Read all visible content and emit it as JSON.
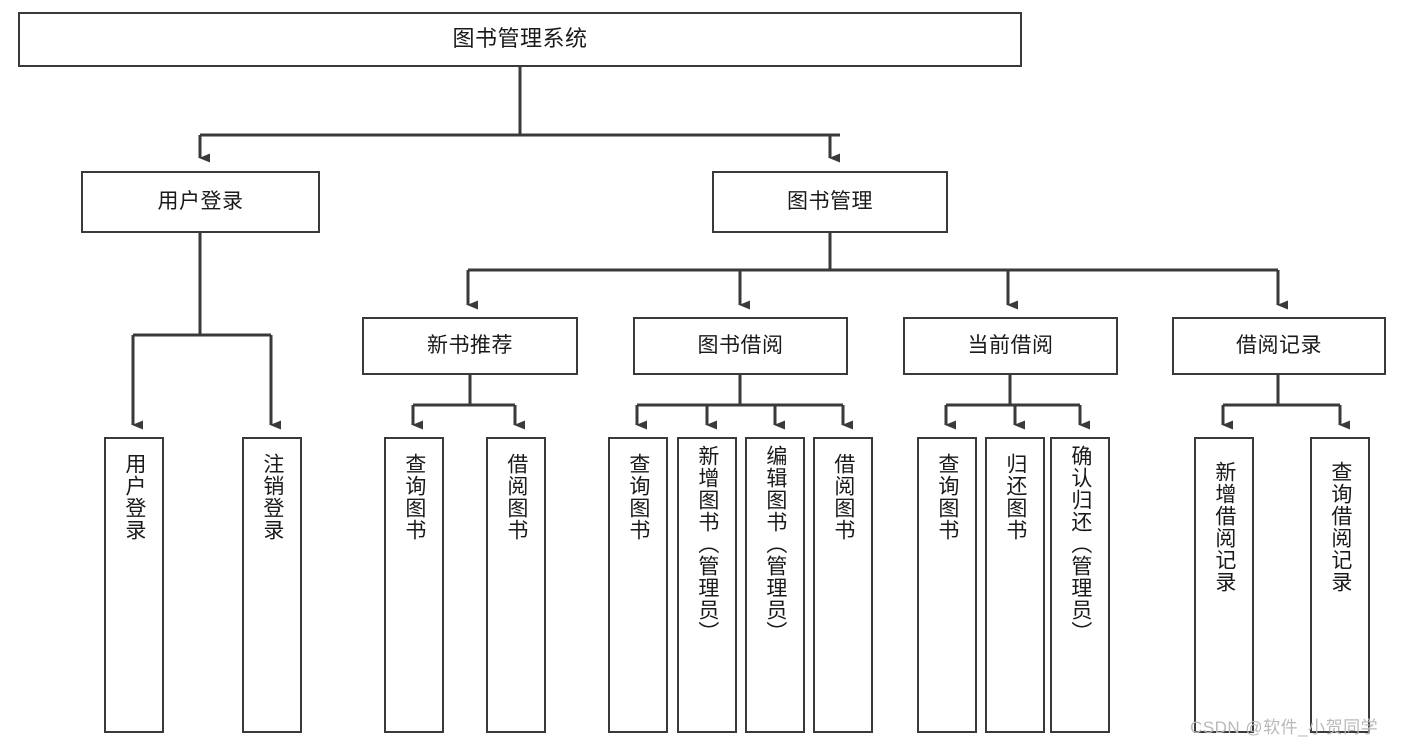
{
  "diagram": {
    "type": "hierarchy-tree",
    "title": "图书管理系统",
    "colors": {
      "border": "#3a3a3a",
      "background": "#ffffff",
      "text": "#1a1a1a",
      "watermark": "#b9b9b9"
    },
    "levels": {
      "root": "图书管理系统",
      "level1": [
        "用户登录",
        "图书管理"
      ],
      "level2": [
        "新书推荐",
        "图书借阅",
        "当前借阅",
        "借阅记录"
      ]
    },
    "nodes": {
      "root": {
        "label": "图书管理系统"
      },
      "user_login": {
        "label": "用户登录"
      },
      "book_manage": {
        "label": "图书管理"
      },
      "new_book_rec": {
        "label": "新书推荐"
      },
      "book_borrow": {
        "label": "图书借阅"
      },
      "current_borrow": {
        "label": "当前借阅"
      },
      "borrow_record": {
        "label": "借阅记录"
      },
      "leaf_user_login": {
        "label": "用户登录"
      },
      "leaf_logout": {
        "label": "注销登录"
      },
      "leaf_query_book_1": {
        "label": "查询图书"
      },
      "leaf_borrow_book_1": {
        "label": "借阅图书"
      },
      "leaf_query_book_2": {
        "label": "查询图书"
      },
      "leaf_add_book_admin": {
        "label": "新增图书（管理员）"
      },
      "leaf_edit_book_admin": {
        "label": "编辑图书（管理员）"
      },
      "leaf_borrow_book_2": {
        "label": "借阅图书"
      },
      "leaf_query_book_3": {
        "label": "查询图书"
      },
      "leaf_return_book": {
        "label": "归还图书"
      },
      "leaf_confirm_return_admin": {
        "label": "确认归还（管理员）"
      },
      "leaf_add_borrow_record": {
        "label": "新增借阅记录"
      },
      "leaf_query_borrow_record": {
        "label": "查询借阅记录"
      }
    },
    "edges": [
      {
        "from": "root",
        "to": "user_login"
      },
      {
        "from": "root",
        "to": "book_manage"
      },
      {
        "from": "user_login",
        "to": "leaf_user_login"
      },
      {
        "from": "user_login",
        "to": "leaf_logout"
      },
      {
        "from": "book_manage",
        "to": "new_book_rec"
      },
      {
        "from": "book_manage",
        "to": "book_borrow"
      },
      {
        "from": "book_manage",
        "to": "current_borrow"
      },
      {
        "from": "book_manage",
        "to": "borrow_record"
      },
      {
        "from": "new_book_rec",
        "to": "leaf_query_book_1"
      },
      {
        "from": "new_book_rec",
        "to": "leaf_borrow_book_1"
      },
      {
        "from": "book_borrow",
        "to": "leaf_query_book_2"
      },
      {
        "from": "book_borrow",
        "to": "leaf_add_book_admin"
      },
      {
        "from": "book_borrow",
        "to": "leaf_edit_book_admin"
      },
      {
        "from": "book_borrow",
        "to": "leaf_borrow_book_2"
      },
      {
        "from": "current_borrow",
        "to": "leaf_query_book_3"
      },
      {
        "from": "current_borrow",
        "to": "leaf_return_book"
      },
      {
        "from": "current_borrow",
        "to": "leaf_confirm_return_admin"
      },
      {
        "from": "borrow_record",
        "to": "leaf_add_borrow_record"
      },
      {
        "from": "borrow_record",
        "to": "leaf_query_borrow_record"
      }
    ]
  },
  "watermark": {
    "text": "CSDN @软件_小贺同学"
  }
}
